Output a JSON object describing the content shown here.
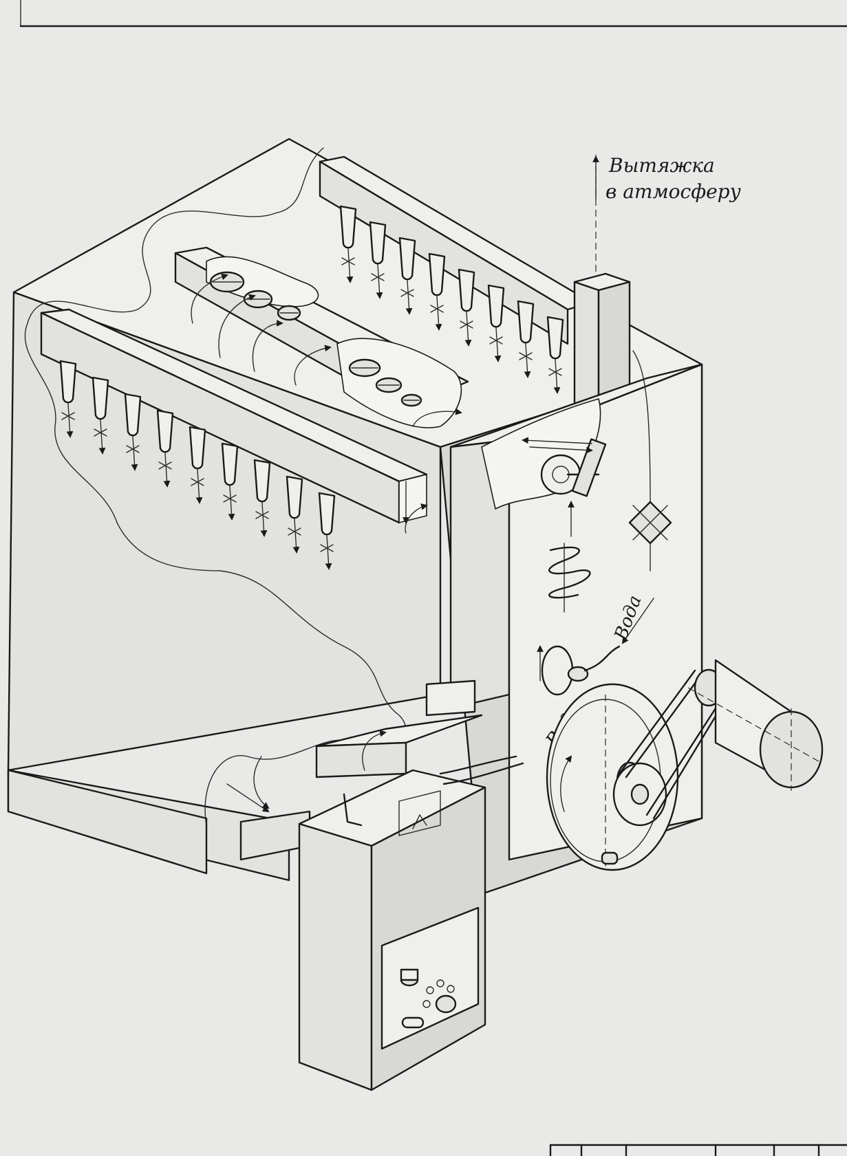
{
  "labels": {
    "exhaust_line1": "Вытяжка",
    "exhaust_line2": "в атмосферу",
    "water_top": "Вода",
    "water_bottom": "Вода"
  },
  "title_block": {
    "columns": 7
  },
  "colors": {
    "paper": "#e9e9e7",
    "ink": "#1a1a1a"
  }
}
